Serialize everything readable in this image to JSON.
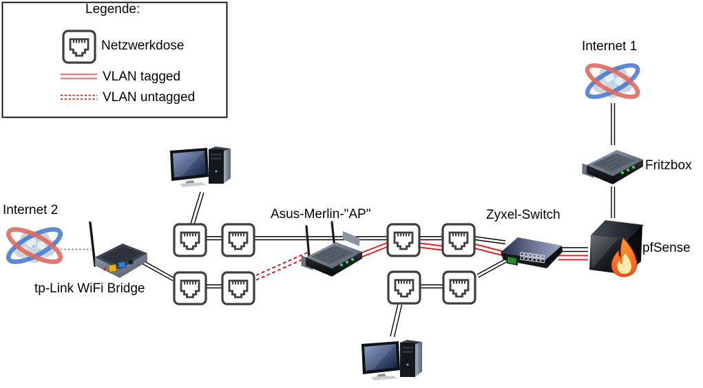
{
  "legend": {
    "title": "Legende:",
    "items": [
      {
        "key": "netzwerkdose",
        "symbol": "network-socket-icon",
        "label": "Netzwerkdose"
      },
      {
        "key": "vlan_tagged",
        "symbol": "double-solid-red-line",
        "label": "VLAN tagged"
      },
      {
        "key": "vlan_untagged",
        "symbol": "double-dashed-red-line",
        "label": "VLAN untagged"
      }
    ]
  },
  "nodes": {
    "internet_1": {
      "label": "Internet 1",
      "type": "internet-cloud-globe"
    },
    "internet_2": {
      "label": "Internet 2",
      "type": "internet-cloud-globe"
    },
    "fritzbox": {
      "label": "Fritzbox",
      "type": "router"
    },
    "pfsense": {
      "label": "pfSense",
      "type": "firewall"
    },
    "zyxel_switch": {
      "label": "Zyxel-Switch",
      "type": "network-switch"
    },
    "asus_ap": {
      "label": "Asus-Merlin-\"AP\"",
      "type": "access-point"
    },
    "tplink_bridge": {
      "label": "tp-Link WiFi Bridge",
      "type": "wifi-bridge"
    },
    "computer_top": {
      "type": "desktop-computer"
    },
    "computer_bottom": {
      "type": "desktop-computer"
    },
    "network_sockets": {
      "type": "netzwerkdose",
      "count": 8
    }
  },
  "connections": [
    {
      "from": "internet_2",
      "to": "tplink_bridge",
      "style": "wireless"
    },
    {
      "from": "tplink_bridge",
      "to": "socket_3",
      "style": "cable"
    },
    {
      "from": "computer_top",
      "to": "socket_1",
      "style": "cable"
    },
    {
      "from": "socket_1",
      "to": "socket_2",
      "style": "cable"
    },
    {
      "from": "socket_2",
      "to": "asus_ap",
      "style": "cable"
    },
    {
      "from": "socket_3",
      "to": "socket_4",
      "style": "cable"
    },
    {
      "from": "socket_4",
      "to": "asus_ap",
      "style": "vlan_untagged"
    },
    {
      "from": "asus_ap",
      "to": "socket_5",
      "style": "cable"
    },
    {
      "from": "asus_ap",
      "to": "socket_5",
      "style": "vlan_tagged"
    },
    {
      "from": "socket_5",
      "to": "socket_6",
      "style": "cable"
    },
    {
      "from": "socket_5",
      "to": "socket_6",
      "style": "vlan_tagged"
    },
    {
      "from": "socket_6",
      "to": "zyxel_switch",
      "style": "cable"
    },
    {
      "from": "socket_6",
      "to": "zyxel_switch",
      "style": "vlan_tagged"
    },
    {
      "from": "socket_7",
      "to": "socket_8",
      "style": "cable"
    },
    {
      "from": "socket_8",
      "to": "zyxel_switch",
      "style": "cable"
    },
    {
      "from": "socket_7",
      "to": "computer_bottom",
      "style": "cable"
    },
    {
      "from": "zyxel_switch",
      "to": "pfsense",
      "style": "cable"
    },
    {
      "from": "zyxel_switch",
      "to": "pfsense",
      "style": "vlan_tagged"
    },
    {
      "from": "internet_1",
      "to": "fritzbox",
      "style": "cable"
    },
    {
      "from": "fritzbox",
      "to": "pfsense",
      "style": "cable"
    }
  ],
  "colors": {
    "cable": "#000000",
    "vlan_tagged": "#e02020",
    "vlan_untagged": "#cc0000",
    "legend_tagged": "#f08080",
    "wireless": "#7f7f7f"
  }
}
